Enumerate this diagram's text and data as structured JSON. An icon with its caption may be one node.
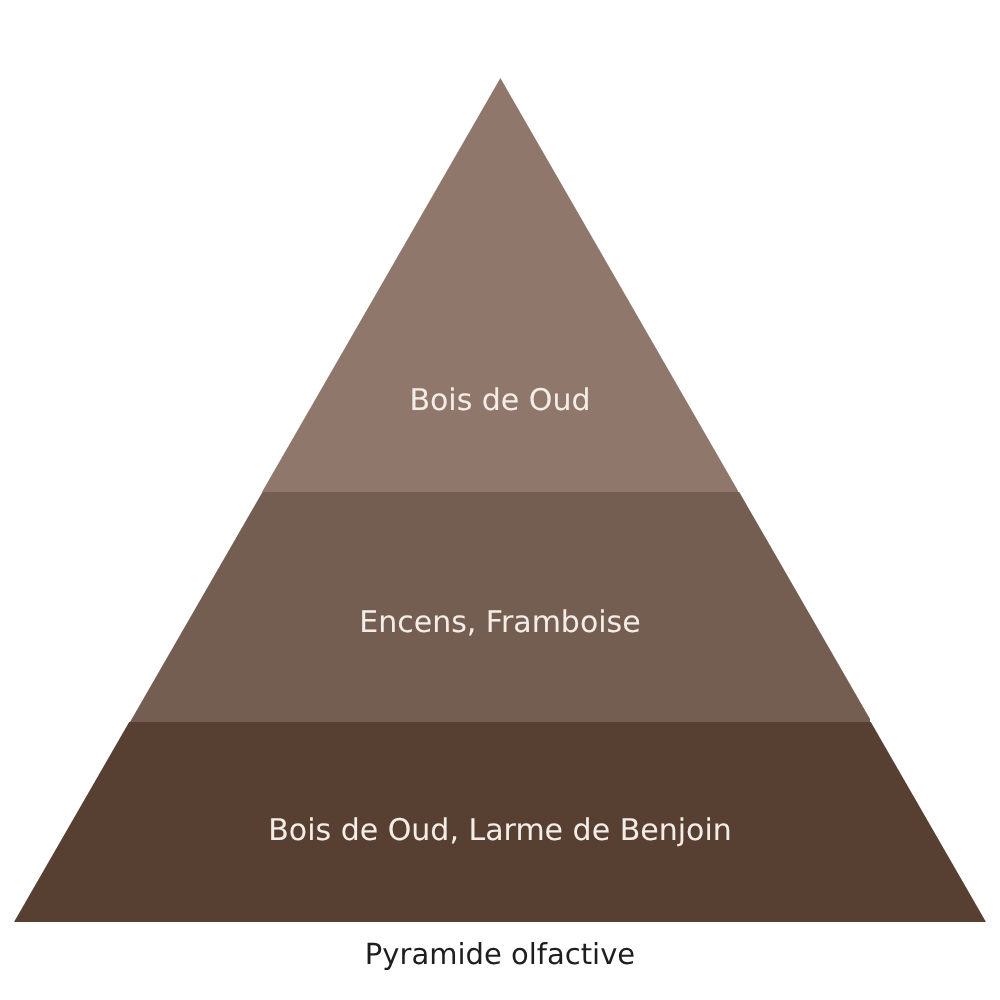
{
  "diagram": {
    "caption": "Pyramide olfactive",
    "nodes": [
      {
        "text": [
          "Bois de Oud"
        ]
      },
      {
        "text": [
          "Encens, Framboise"
        ]
      },
      {
        "text": [
          "Bois de Oud, Larme de Benjoin"
        ]
      }
    ]
  }
}
